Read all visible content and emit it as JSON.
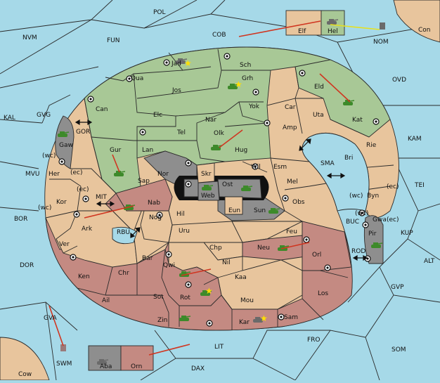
{
  "colors": {
    "sea": "#a6d9e8",
    "neutral": "#e8c59d",
    "green_power": "#a8c896",
    "red_power": "#c48a82",
    "gray_power": "#8e8e8e",
    "impassable": "#111111",
    "order_arrow": "#d03520",
    "support_line": "#e6e020",
    "unit_color": "#3d8a2a"
  },
  "outer_sea_labels": [
    "POL",
    "NVM",
    "FUN",
    "COB",
    "NOM",
    "Con",
    "OVD",
    "KAL",
    "GVG",
    "GOR",
    "KAM",
    "MVU",
    "TEI",
    "BOR",
    "MIT",
    "SMA",
    "BUC",
    "KUP",
    "RBU",
    "ROD",
    "DOR",
    "ALT",
    "GVP",
    "GVA",
    "LIT",
    "FRO",
    "SOM",
    "SWM",
    "DAX",
    "Cow"
  ],
  "provinces": {
    "green": [
      "Jad",
      "Sch",
      "Qua",
      "Grh",
      "Eld",
      "Can",
      "Nar",
      "Kat",
      "Olk",
      "Hug",
      "Gur",
      "Sap"
    ],
    "neutral": [
      "Jos",
      "Yok",
      "Car",
      "Uta",
      "Elc",
      "Tel",
      "Amp",
      "Rie",
      "Lan",
      "Bri",
      "Wil",
      "Esm",
      "Her",
      "Mel",
      "Byn",
      "Kor",
      "Skr",
      "Gwa",
      "Hil",
      "Obs",
      "Ark",
      "Nog",
      "Eun",
      "Uru",
      "Feu",
      "Ver",
      "Chp",
      "Bar",
      "Elf",
      "Kaa",
      "Mou"
    ],
    "red": [
      "Nab",
      "Neu",
      "Orl",
      "Ken",
      "Chr",
      "Qwi",
      "Nil",
      "Ail",
      "Sot",
      "Rot",
      "Los",
      "Zin",
      "Kar",
      "Sam",
      "Orn"
    ],
    "gray": [
      "Gaw",
      "Nor",
      "Web",
      "Ost",
      "Sun",
      "Pir",
      "Hel",
      "Aba"
    ],
    "coast_tags": [
      "(wc)",
      "(ec)"
    ]
  },
  "unit_icon": "tank-icon",
  "supply_center_icon": "supply-center-dot",
  "star_icon": "star-marker-icon",
  "move_arrow_icon": "red-move-arrow",
  "support_icon": "yellow-support-line",
  "convoy_icon": "double-arrow-icon"
}
